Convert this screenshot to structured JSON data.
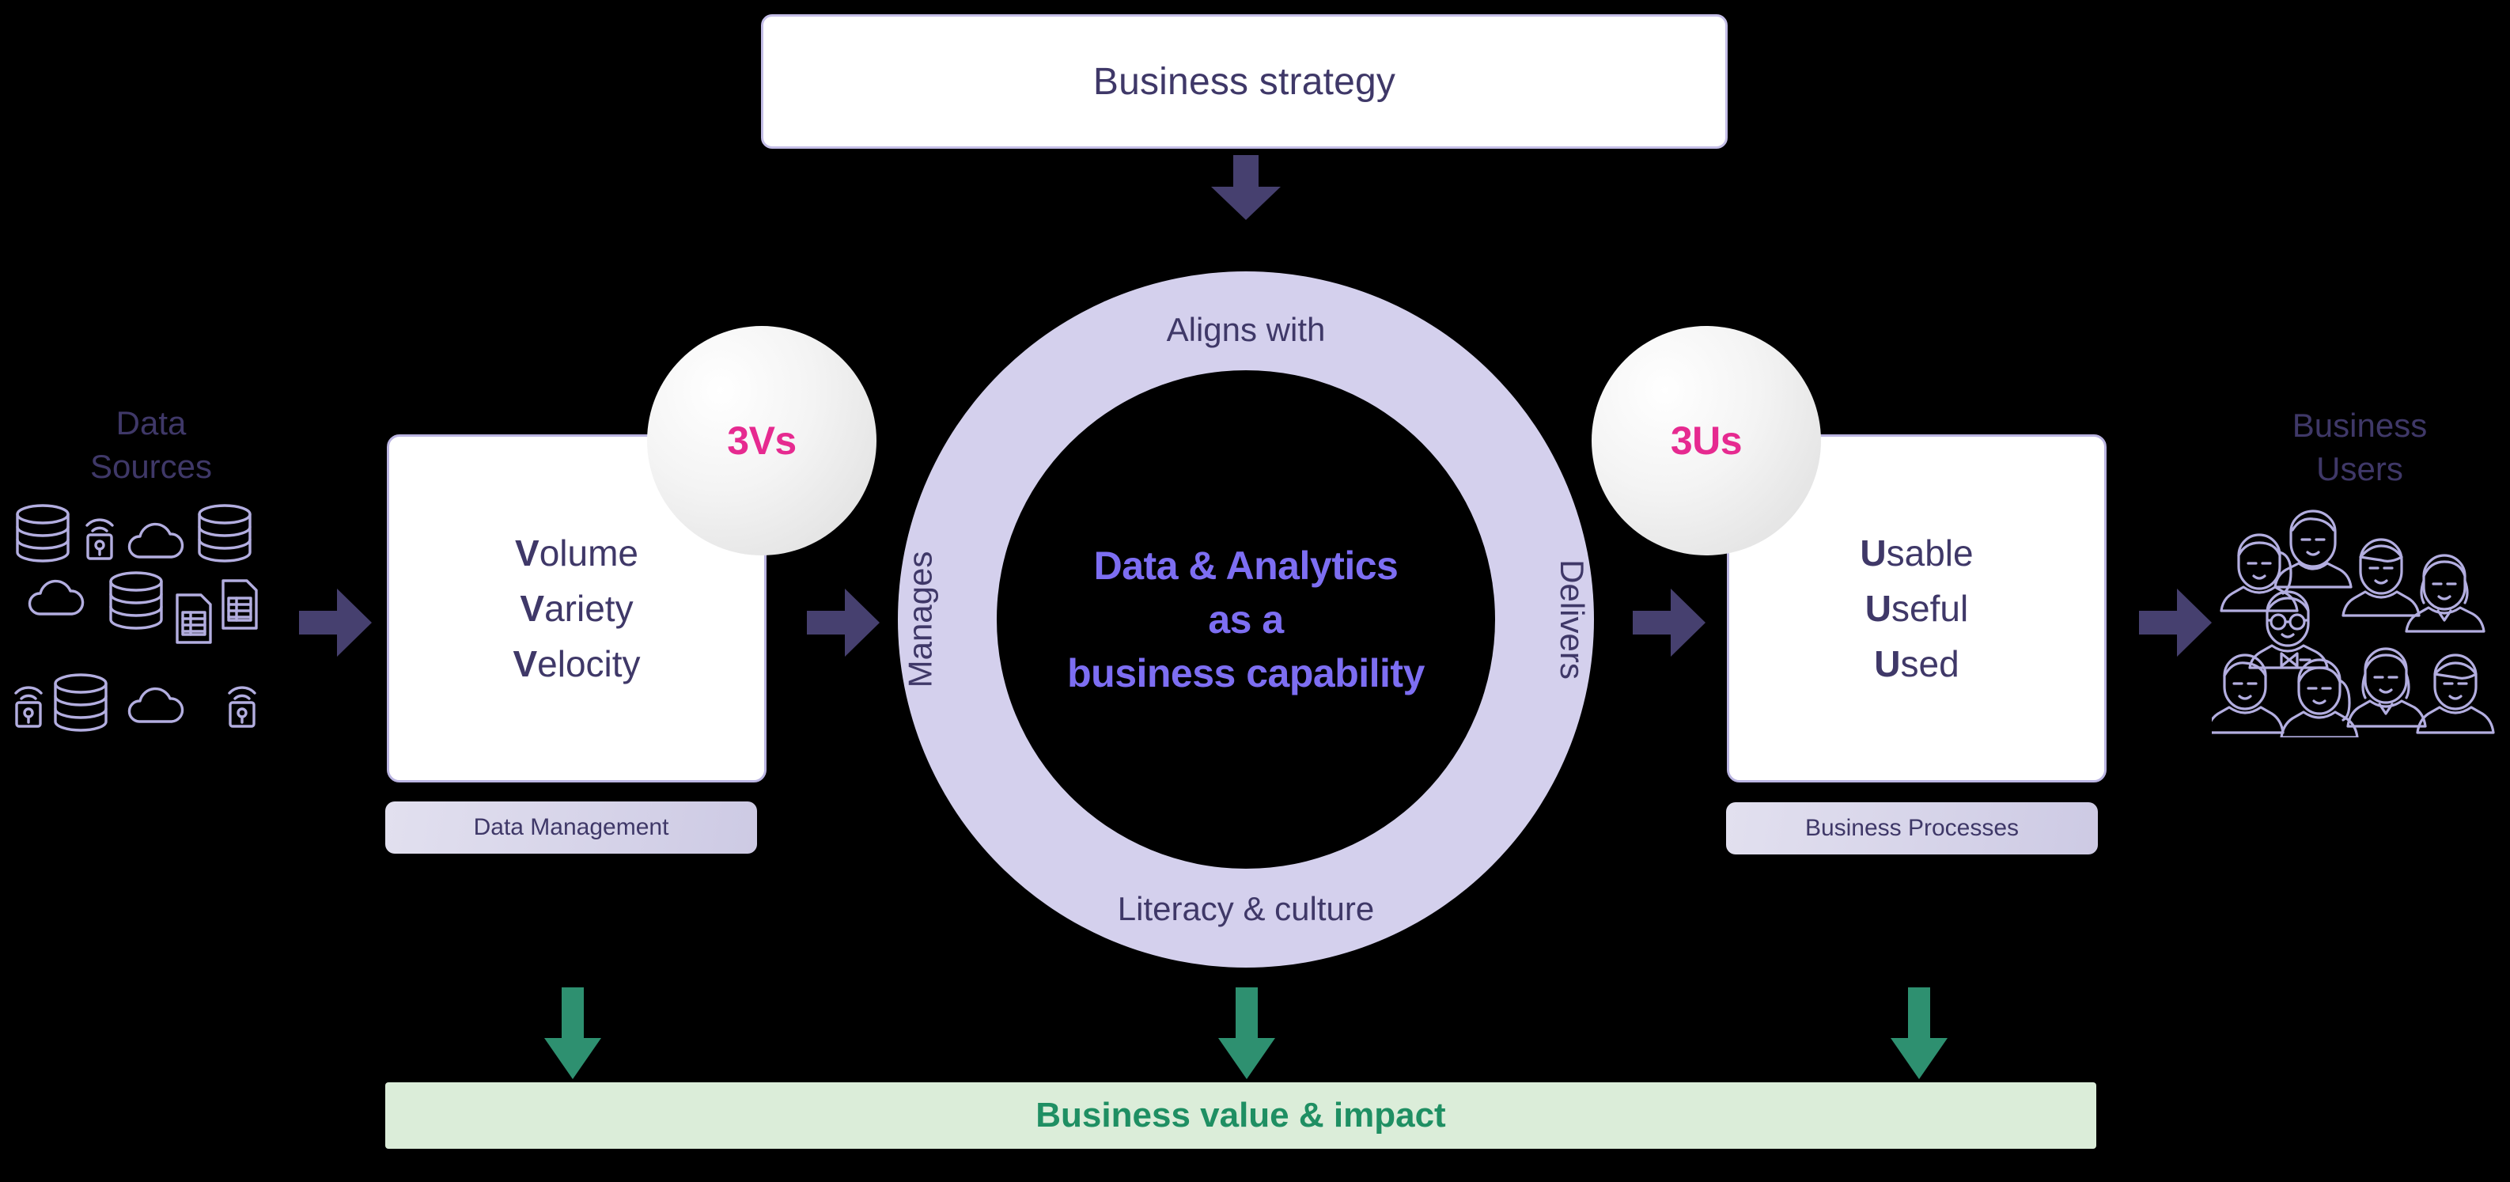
{
  "diagram": {
    "title": "Data & Analytics as a business capability",
    "background_color": "#000000",
    "colors": {
      "lavender_ring": "#d4d0ed",
      "dark_purple_text": "#3f3868",
      "bright_purple": "#7d6ef2",
      "pink_accent": "#e62a90",
      "green_accent": "#1f8f63",
      "green_arrow": "#2e9070",
      "green_bar": "#dbedd9",
      "card_border": "#bab4e1"
    }
  },
  "strategy": {
    "label": "Business strategy"
  },
  "ring": {
    "top_label": "Aligns with",
    "bottom_label": "Literacy & culture",
    "left_label": "Manages",
    "right_label": "Delivers",
    "center_lines": [
      "Data & Analytics",
      "as a",
      "business capability"
    ]
  },
  "left_card": {
    "badge": "3Vs",
    "items": [
      {
        "bold": "V",
        "rest": "olume"
      },
      {
        "bold": "V",
        "rest": "ariety"
      },
      {
        "bold": "V",
        "rest": "elocity"
      }
    ],
    "pill_label": "Data Management"
  },
  "right_card": {
    "badge": "3Us",
    "items": [
      {
        "bold": "U",
        "rest": "sable"
      },
      {
        "bold": "U",
        "rest": "seful"
      },
      {
        "bold": "U",
        "rest": "sed"
      }
    ],
    "pill_label": "Business Processes"
  },
  "sources": {
    "label_line1": "Data",
    "label_line2": "Sources",
    "icons": [
      "database-icon",
      "cloud-icon",
      "iot-sensor-icon",
      "spreadsheet-file-icon"
    ]
  },
  "users": {
    "label_line1": "Business",
    "label_line2": "Users",
    "icons": [
      "people-group-icon"
    ]
  },
  "outcome": {
    "label": "Business value & impact"
  },
  "arrows": {
    "strategy_to_ring": "arrow-down-icon",
    "sources_to_left_card": "arrow-right-icon",
    "left_card_to_ring": "arrow-right-icon",
    "ring_to_right_card": "arrow-right-icon",
    "right_card_to_users": "arrow-right-icon",
    "to_value_left": "arrow-down-icon",
    "to_value_center": "arrow-down-icon",
    "to_value_right": "arrow-down-icon"
  }
}
